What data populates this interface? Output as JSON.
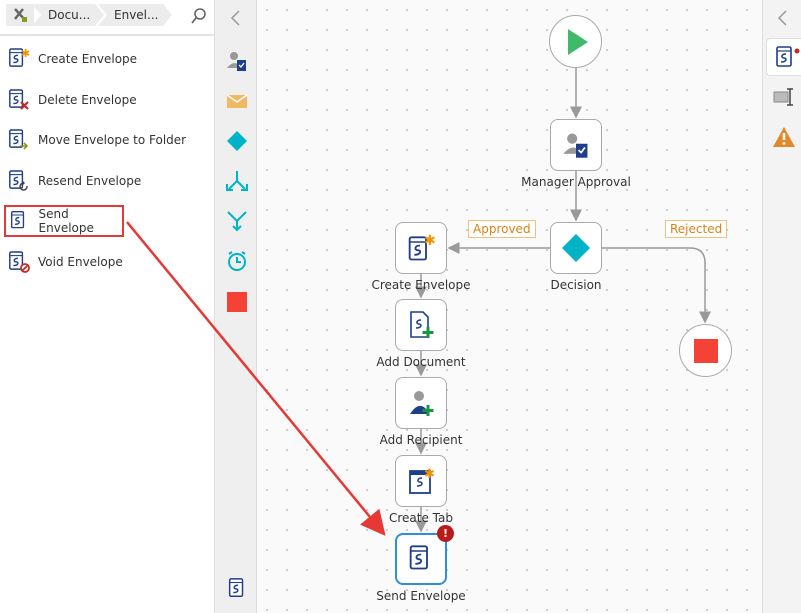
{
  "breadcrumb": {
    "items": [
      "Docu...",
      "Envel..."
    ]
  },
  "actions": [
    {
      "label": "Create Envelope",
      "badge": "star"
    },
    {
      "label": "Delete Envelope",
      "badge": "x"
    },
    {
      "label": "Move Envelope to Folder",
      "badge": "arrow"
    },
    {
      "label": "Resend Envelope",
      "badge": "refresh"
    },
    {
      "label": "Send Envelope",
      "badge": "none",
      "selected": true
    },
    {
      "label": "Void Envelope",
      "badge": "void"
    }
  ],
  "flow": {
    "nodes": {
      "manager_approval": "Manager Approval",
      "decision": "Decision",
      "create_envelope": "Create Envelope",
      "add_document": "Add Document",
      "add_recipient": "Add Recipient",
      "create_tab": "Create Tab",
      "send_envelope": "Send Envelope"
    },
    "branches": {
      "approved": "Approved",
      "rejected": "Rejected"
    },
    "error_badge": "!"
  },
  "colors": {
    "accent": "#00b3c8",
    "highlight": "#e53935",
    "start": "#3dbb6a",
    "stop": "#f44336",
    "label_orange": "#d9821a"
  }
}
